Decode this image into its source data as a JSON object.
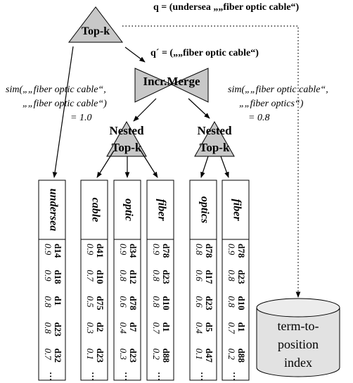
{
  "query": "q = (undersea „„fiber optic cable“)",
  "query_rewritten": "q´ = („„fiber optic cable“)",
  "topk_label": "Top-k",
  "merge_label": "Incr.Merge",
  "nested_left": {
    "line1": "Nested",
    "line2": "Top-k"
  },
  "nested_right": {
    "line1": "Nested",
    "line2": "Top-k"
  },
  "sim_left": {
    "line1": "sim(„„fiber optic cable“,",
    "line2": "„„fiber optic cable“)",
    "line3": "= 1.0"
  },
  "sim_right": {
    "line1": "sim(„„fiber optic cable“,",
    "line2": "„„fiber optics“)",
    "line3": "= 0.8"
  },
  "index_label": [
    "term-to-",
    "position",
    "index"
  ],
  "lists": [
    {
      "term": "undersea",
      "entries": [
        {
          "doc": "d14",
          "score": "0.9"
        },
        {
          "doc": "d18",
          "score": "0.9"
        },
        {
          "doc": "d1",
          "score": "0.8"
        },
        {
          "doc": "d23",
          "score": "0.8"
        },
        {
          "doc": "d32",
          "score": "0.7"
        }
      ]
    },
    {
      "term": "cable",
      "entries": [
        {
          "doc": "d41",
          "score": "0.9"
        },
        {
          "doc": "d10",
          "score": "0.7"
        },
        {
          "doc": "d75",
          "score": "0.5"
        },
        {
          "doc": "d2",
          "score": "0.3"
        },
        {
          "doc": "d23",
          "score": "0.1"
        }
      ]
    },
    {
      "term": "optic",
      "entries": [
        {
          "doc": "d34",
          "score": "0.9"
        },
        {
          "doc": "d12",
          "score": "0.8"
        },
        {
          "doc": "d78",
          "score": "0.6"
        },
        {
          "doc": "d7",
          "score": "0.4"
        },
        {
          "doc": "d23",
          "score": "0.3"
        }
      ]
    },
    {
      "term": "fiber",
      "entries": [
        {
          "doc": "d78",
          "score": "0.9"
        },
        {
          "doc": "d23",
          "score": "0.8"
        },
        {
          "doc": "d10",
          "score": "0.8"
        },
        {
          "doc": "d1",
          "score": "0.7"
        },
        {
          "doc": "d88",
          "score": "0.2"
        }
      ]
    },
    {
      "term": "optics",
      "entries": [
        {
          "doc": "d78",
          "score": "0.8"
        },
        {
          "doc": "d17",
          "score": "0.6"
        },
        {
          "doc": "d23",
          "score": "0.6"
        },
        {
          "doc": "d5",
          "score": "0.4"
        },
        {
          "doc": "d47",
          "score": "0.1"
        }
      ]
    },
    {
      "term": "fiber",
      "entries": [
        {
          "doc": "d78",
          "score": "0.9"
        },
        {
          "doc": "d23",
          "score": "0.8"
        },
        {
          "doc": "d10",
          "score": "0.8"
        },
        {
          "doc": "d1",
          "score": "0.7"
        },
        {
          "doc": "d88",
          "score": "0.2"
        }
      ]
    }
  ],
  "colors": {
    "shape_fill": "#c8c8c8",
    "cylinder_fill": "#e2e2e2",
    "stroke": "#000000"
  }
}
